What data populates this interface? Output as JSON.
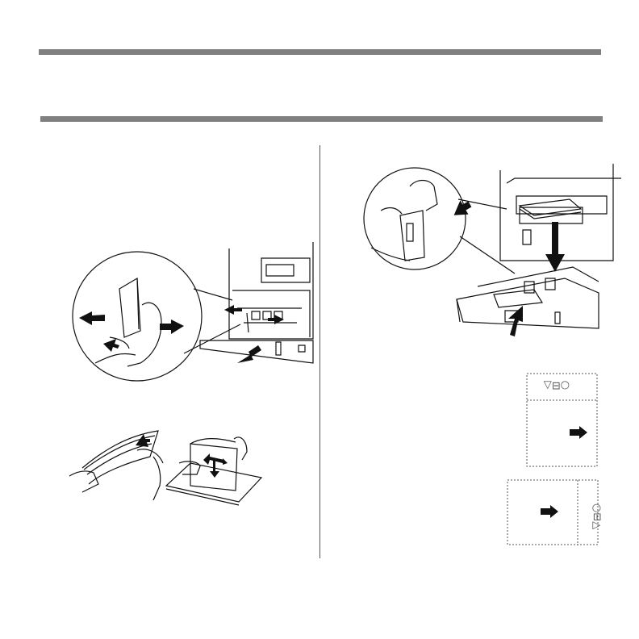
{
  "document": {
    "header_rules": 2,
    "column_divider": true
  },
  "illustrations": {
    "left_top": {
      "icon": "paper-guide-adjust-illustration"
    },
    "left_bottom": {
      "icon": "fan-paper-stack-illustration"
    },
    "right_top": {
      "icon": "load-paper-tray-illustration"
    },
    "right_portrait": {
      "icon": "letterhead-portrait-illustration",
      "letterhead_glyphs": "○⊟△"
    },
    "right_landscape": {
      "icon": "letterhead-landscape-illustration",
      "letterhead_glyphs": "○⊟△"
    }
  },
  "colors": {
    "rule": "#808080",
    "line": "#111111"
  }
}
